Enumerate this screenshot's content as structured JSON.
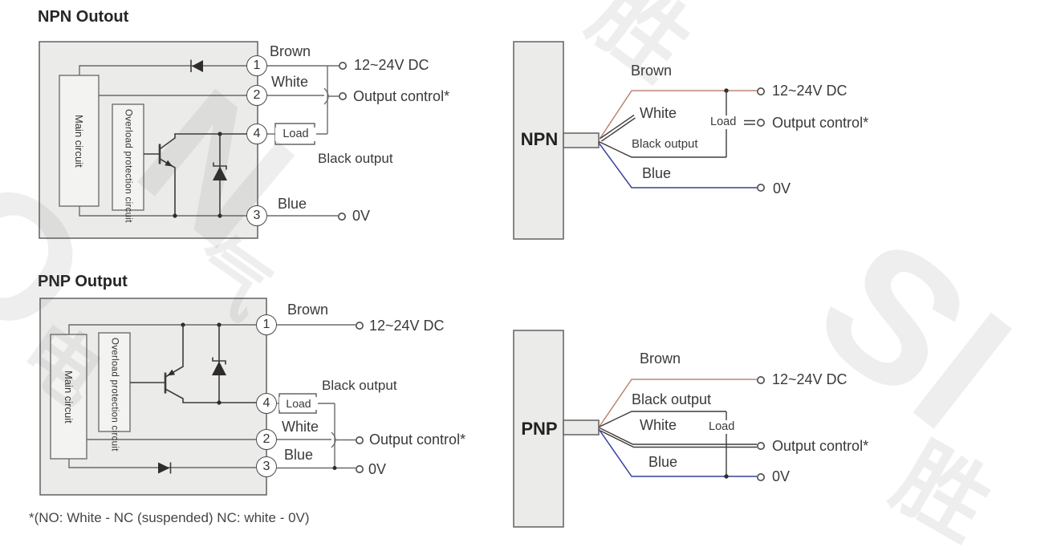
{
  "colors": {
    "wire_brown": "#bb8573",
    "wire_blue": "#35429b",
    "line": "#6b6b6b",
    "box_fill": "#ebebe9",
    "text": "#3a3a3a"
  },
  "npn": {
    "title": "NPN Outout",
    "schematic": {
      "main_circuit": "Main circuit",
      "overload": "Overload protection circuit",
      "pins": [
        "1",
        "2",
        "4",
        "3"
      ],
      "labels": {
        "brown": "Brown",
        "white": "White",
        "black": "Black output",
        "blue": "Blue",
        "load": "Load"
      },
      "terminals": {
        "power": "12~24V DC",
        "output": "Output control*",
        "zero": "0V"
      }
    },
    "wiring": {
      "block": "NPN",
      "labels": {
        "brown": "Brown",
        "white": "White",
        "black": "Black output",
        "blue": "Blue",
        "load": "Load"
      },
      "terminals": {
        "power": "12~24V DC",
        "output": "Output control*",
        "zero": "0V"
      }
    }
  },
  "pnp": {
    "title": "PNP Output",
    "schematic": {
      "main_circuit": "Main circuit",
      "overload": "Overload protection circuit",
      "pins": [
        "1",
        "4",
        "2",
        "3"
      ],
      "labels": {
        "brown": "Brown",
        "white": "White",
        "black": "Black output",
        "blue": "Blue",
        "load": "Load"
      },
      "terminals": {
        "power": "12~24V DC",
        "output": "Output control*",
        "zero": "0V"
      }
    },
    "wiring": {
      "block": "PNP",
      "labels": {
        "brown": "Brown",
        "white": "White",
        "black": "Black output",
        "blue": "Blue",
        "load": "Load"
      },
      "terminals": {
        "power": "12~24V DC",
        "output": "Output control*",
        "zero": "0V"
      }
    }
  },
  "footnote": "*(NO: White - NC (suspended) NC: white - 0V)",
  "watermarks": [
    {
      "text": "胜"
    },
    {
      "text": "N"
    },
    {
      "text": "O"
    },
    {
      "text": "气"
    },
    {
      "text": "电"
    },
    {
      "text": "SI"
    },
    {
      "text": "胜"
    }
  ]
}
